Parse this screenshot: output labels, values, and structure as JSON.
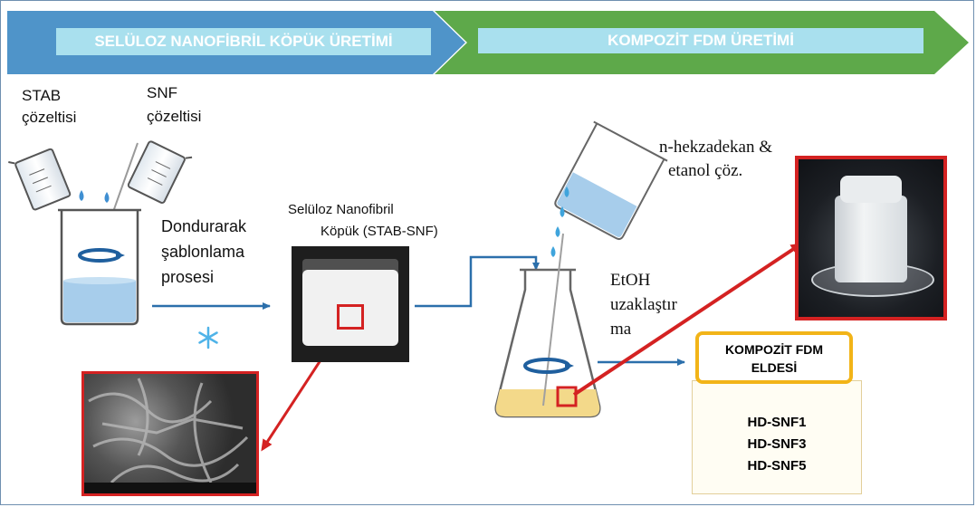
{
  "banners": {
    "left": "SELÜLOZ NANOFİBRİL KÖPÜK ÜRETİMİ",
    "right": "KOMPOZİT FDM ÜRETİMİ"
  },
  "beakers": {
    "stab_line1": "STAB",
    "stab_line2": "çözeltisi",
    "snf_line1": "SNF",
    "snf_line2": "çözeltisi"
  },
  "process": {
    "line1": "Dondurarak",
    "line2": "şablonlama",
    "line3": "prosesi"
  },
  "foam": {
    "line1": "Selüloz Nanofibril",
    "line2": "Köpük (STAB-SNF)"
  },
  "solvent": {
    "line1": "n-hekzadekan &",
    "line2": "etanol çöz."
  },
  "removal": {
    "line1": "EtOH",
    "line2": "uzaklaştır",
    "line3": "ma"
  },
  "result": {
    "title_line1": "KOMPOZİT FDM",
    "title_line2": "ELDESİ",
    "items": [
      "HD-SNF1",
      "HD-SNF3",
      "HD-SNF5"
    ]
  },
  "icons": {
    "snowflake": "snowflake-icon",
    "stirrer": "stirring-arrow-icon",
    "drop": "water-drop-icon"
  },
  "colors": {
    "banner_left": "#4f94c9",
    "banner_right": "#5ea94a",
    "banner_highlight": "#a9e0ee",
    "process_arrow": "#2b6fab",
    "highlight_red": "#d42222",
    "result_border": "#f2b418",
    "liquid_blue": "#a7cdeb",
    "liquid_yellow": "#f3d98a"
  }
}
